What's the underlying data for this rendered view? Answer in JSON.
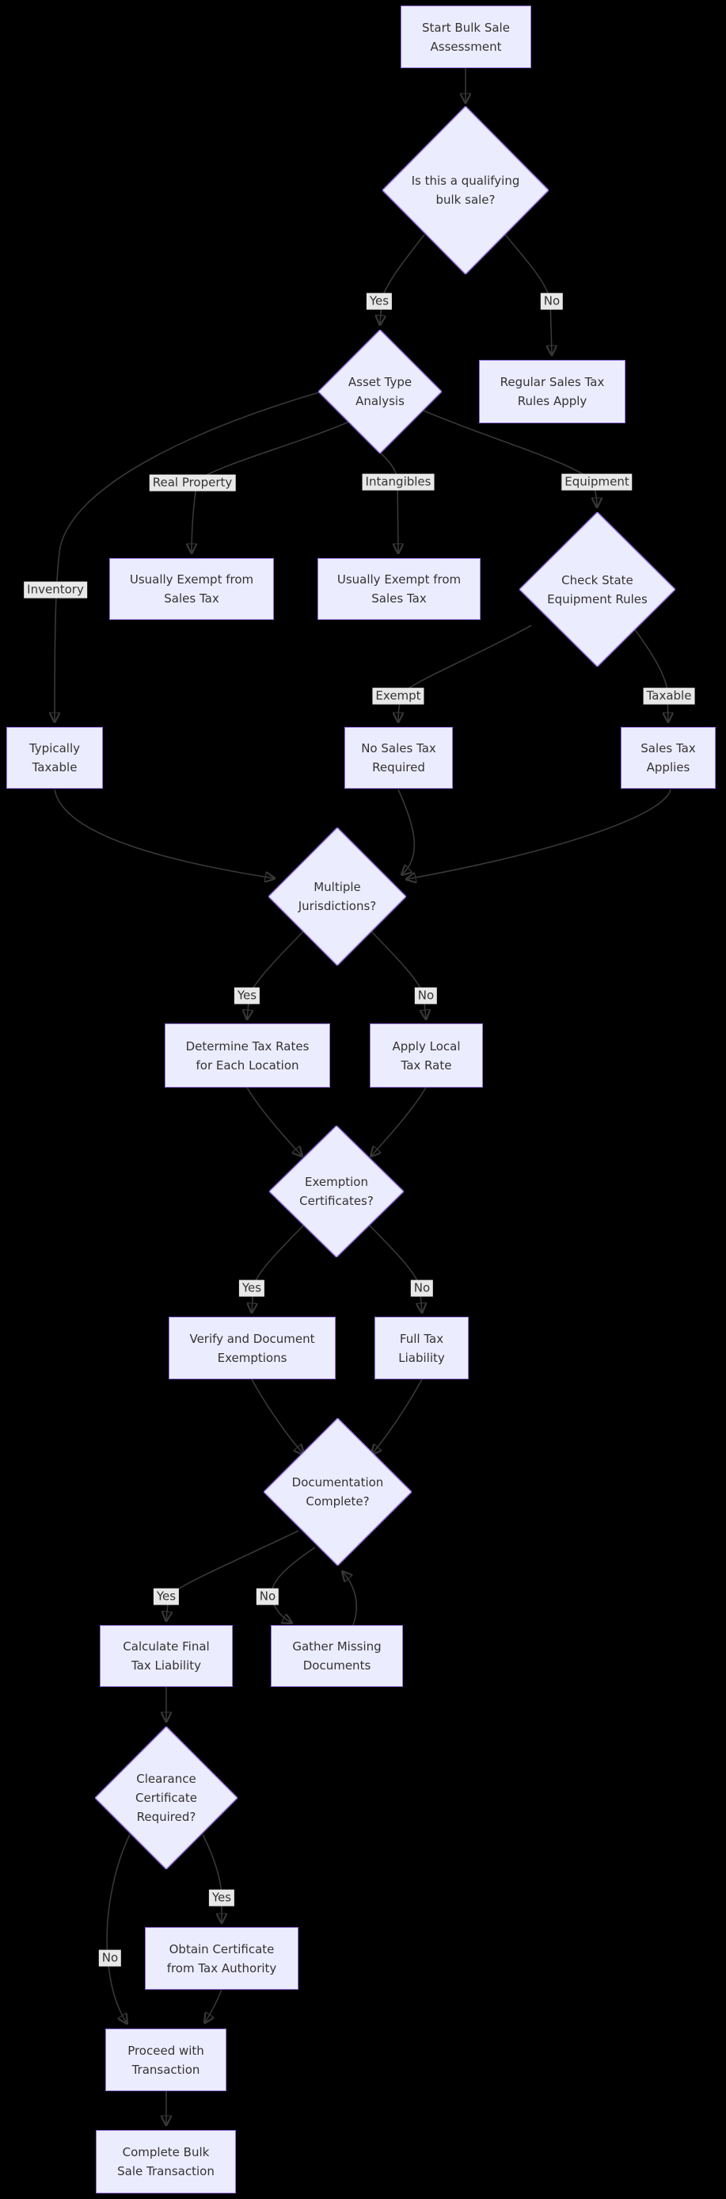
{
  "diagram": {
    "kind": "flowchart",
    "background": "#000000",
    "theme": {
      "node_fill": "#ECECFF",
      "node_border": "#9370DB",
      "edge_color": "#383838",
      "edge_label_bg": "#e8e8e8",
      "text_color": "#333333"
    }
  },
  "nodes": {
    "start": {
      "shape": "rect",
      "label": "Start Bulk Sale\nAssessment"
    },
    "qualifying": {
      "shape": "diamond",
      "label": "Is this a qualifying\nbulk sale?"
    },
    "asset": {
      "shape": "diamond",
      "label": "Asset Type\nAnalysis"
    },
    "regular": {
      "shape": "rect",
      "label": "Regular Sales Tax\nRules Apply"
    },
    "exempt_real": {
      "shape": "rect",
      "label": "Usually Exempt from\nSales Tax"
    },
    "exempt_intangibles": {
      "shape": "rect",
      "label": "Usually Exempt from\nSales Tax"
    },
    "check_state": {
      "shape": "diamond",
      "label": "Check State\nEquipment Rules"
    },
    "typically_taxable": {
      "shape": "rect",
      "label": "Typically\nTaxable"
    },
    "no_sales_tax": {
      "shape": "rect",
      "label": "No Sales Tax\nRequired"
    },
    "sales_tax_applies": {
      "shape": "rect",
      "label": "Sales Tax\nApplies"
    },
    "multiple_jurisdictions": {
      "shape": "diamond",
      "label": "Multiple\nJurisdictions?"
    },
    "determine_rates": {
      "shape": "rect",
      "label": "Determine Tax Rates\nfor Each Location"
    },
    "apply_local": {
      "shape": "rect",
      "label": "Apply Local\nTax Rate"
    },
    "exemption_certs": {
      "shape": "diamond",
      "label": "Exemption\nCertificates?"
    },
    "verify_exemptions": {
      "shape": "rect",
      "label": "Verify and Document\nExemptions"
    },
    "full_tax": {
      "shape": "rect",
      "label": "Full Tax\nLiability"
    },
    "doc_complete": {
      "shape": "diamond",
      "label": "Documentation\nComplete?"
    },
    "calculate_final": {
      "shape": "rect",
      "label": "Calculate Final\nTax Liability"
    },
    "gather_missing": {
      "shape": "rect",
      "label": "Gather Missing\nDocuments"
    },
    "clearance_cert": {
      "shape": "diamond",
      "label": "Clearance\nCertificate\nRequired?"
    },
    "obtain_cert": {
      "shape": "rect",
      "label": "Obtain Certificate\nfrom Tax Authority"
    },
    "proceed": {
      "shape": "rect",
      "label": "Proceed with\nTransaction"
    },
    "complete": {
      "shape": "rect",
      "label": "Complete Bulk\nSale Transaction"
    }
  },
  "edges": [
    {
      "from": "start",
      "to": "qualifying",
      "label": ""
    },
    {
      "from": "qualifying",
      "to": "asset",
      "label": "Yes"
    },
    {
      "from": "qualifying",
      "to": "regular",
      "label": "No"
    },
    {
      "from": "asset",
      "to": "exempt_real",
      "label": "Real Property"
    },
    {
      "from": "asset",
      "to": "exempt_intangibles",
      "label": "Intangibles"
    },
    {
      "from": "asset",
      "to": "check_state",
      "label": "Equipment"
    },
    {
      "from": "asset",
      "to": "typically_taxable",
      "label": "Inventory"
    },
    {
      "from": "check_state",
      "to": "no_sales_tax",
      "label": "Exempt"
    },
    {
      "from": "check_state",
      "to": "sales_tax_applies",
      "label": "Taxable"
    },
    {
      "from": "typically_taxable",
      "to": "multiple_jurisdictions",
      "label": ""
    },
    {
      "from": "no_sales_tax",
      "to": "multiple_jurisdictions",
      "label": ""
    },
    {
      "from": "sales_tax_applies",
      "to": "multiple_jurisdictions",
      "label": ""
    },
    {
      "from": "multiple_jurisdictions",
      "to": "determine_rates",
      "label": "Yes"
    },
    {
      "from": "multiple_jurisdictions",
      "to": "apply_local",
      "label": "No"
    },
    {
      "from": "determine_rates",
      "to": "exemption_certs",
      "label": ""
    },
    {
      "from": "apply_local",
      "to": "exemption_certs",
      "label": ""
    },
    {
      "from": "exemption_certs",
      "to": "verify_exemptions",
      "label": "Yes"
    },
    {
      "from": "exemption_certs",
      "to": "full_tax",
      "label": "No"
    },
    {
      "from": "verify_exemptions",
      "to": "doc_complete",
      "label": ""
    },
    {
      "from": "full_tax",
      "to": "doc_complete",
      "label": ""
    },
    {
      "from": "doc_complete",
      "to": "calculate_final",
      "label": "Yes"
    },
    {
      "from": "doc_complete",
      "to": "gather_missing",
      "label": "No"
    },
    {
      "from": "gather_missing",
      "to": "doc_complete",
      "label": ""
    },
    {
      "from": "calculate_final",
      "to": "clearance_cert",
      "label": ""
    },
    {
      "from": "clearance_cert",
      "to": "obtain_cert",
      "label": "Yes"
    },
    {
      "from": "clearance_cert",
      "to": "proceed",
      "label": "No"
    },
    {
      "from": "obtain_cert",
      "to": "proceed",
      "label": ""
    },
    {
      "from": "proceed",
      "to": "complete",
      "label": ""
    }
  ]
}
